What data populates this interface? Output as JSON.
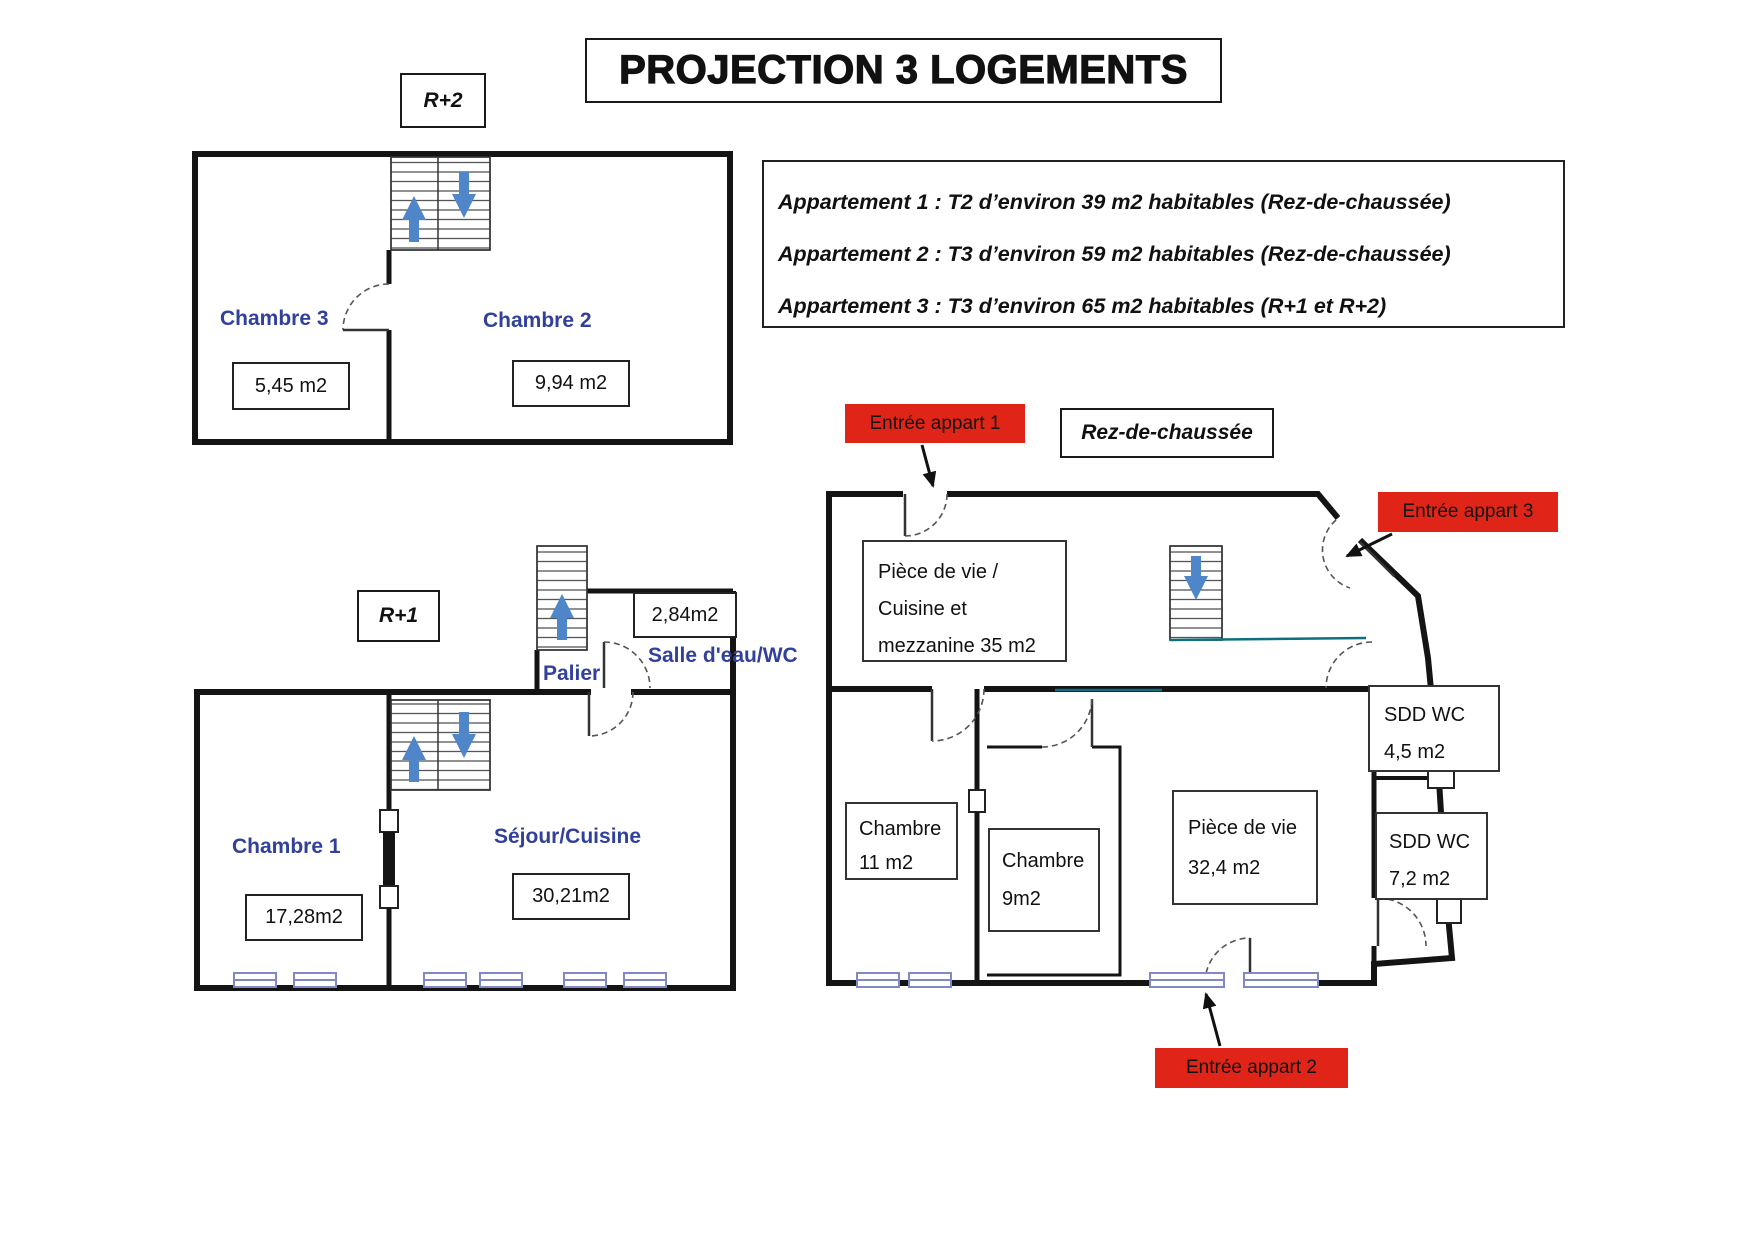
{
  "title": "PROJECTION 3 LOGEMENTS",
  "legend": {
    "lines": [
      "Appartement 1 : T2 d’environ 39 m2 habitables (Rez-de-chaussée)",
      "Appartement 2 : T3 d’environ 59 m2 habitables (Rez-de-chaussée)",
      "Appartement 3 : T3 d’environ 65 m2 habitables (R+1 et R+2)"
    ]
  },
  "floor_r2": {
    "label": "R+2",
    "chambre3_name": "Chambre 3",
    "chambre3_area": "5,45 m2",
    "chambre2_name": "Chambre 2",
    "chambre2_area": "9,94 m2"
  },
  "floor_r1": {
    "label": "R+1",
    "chambre1_name": "Chambre 1",
    "chambre1_area": "17,28m2",
    "sejour_name": "Séjour/Cuisine",
    "sejour_area": "30,21m2",
    "palier_name": "Palier",
    "salle_eau_name": "Salle d'eau/WC",
    "salle_eau_area": "2,84m2"
  },
  "floor_rdc": {
    "label": "Rez-de-chaussée",
    "piece_vie_mezz": [
      "Pièce de vie /",
      "Cuisine et",
      "mezzanine 35 m2"
    ],
    "chambre_a": [
      "Chambre",
      "11 m2"
    ],
    "chambre_b": [
      "Chambre",
      "9m2"
    ],
    "piece_vie": [
      "Pièce de vie",
      "32,4 m2"
    ],
    "sdd_wc_1": [
      "SDD WC",
      "4,5 m2"
    ],
    "sdd_wc_2": [
      "SDD WC",
      "7,2 m2"
    ]
  },
  "entrances": {
    "appart1": "Entrée appart 1",
    "appart2": "Entrée appart 2",
    "appart3": "Entrée appart 3"
  },
  "colors": {
    "entrance_bg": "#e02417",
    "room_label_text": "#31409c",
    "stair_arrow": "#4f86c9",
    "window": "#8089c6",
    "wall": "#141414",
    "mezzanine_line": "#0e6f80"
  }
}
